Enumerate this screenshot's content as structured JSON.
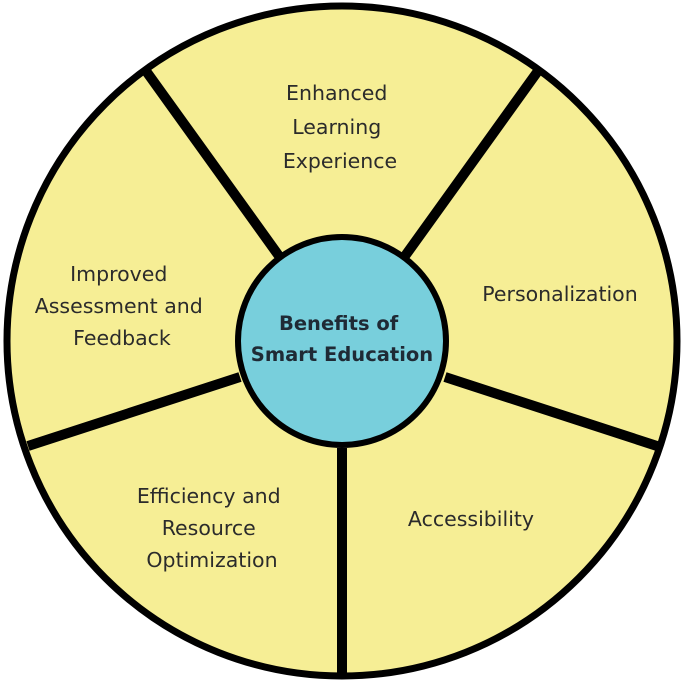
{
  "diagram": {
    "center": {
      "lines": [
        "Benefits of",
        "Smart Education"
      ]
    },
    "segments": [
      {
        "id": "enhanced-learning-experience",
        "lines": [
          "Enhanced",
          "Learning",
          "Experience"
        ]
      },
      {
        "id": "personalization",
        "lines": [
          "Personalization"
        ]
      },
      {
        "id": "accessibility",
        "lines": [
          "Accessibility"
        ]
      },
      {
        "id": "efficiency-and-resource-optimization",
        "lines": [
          "Efficiency and",
          "Resource",
          "Optimization"
        ]
      },
      {
        "id": "improved-assessment-and-feedback",
        "lines": [
          "Improved",
          "Assessment and",
          "Feedback"
        ]
      }
    ]
  },
  "colors": {
    "segment_fill": "#f6ee95",
    "hub_fill": "#78cfdc",
    "outline": "#000000"
  }
}
